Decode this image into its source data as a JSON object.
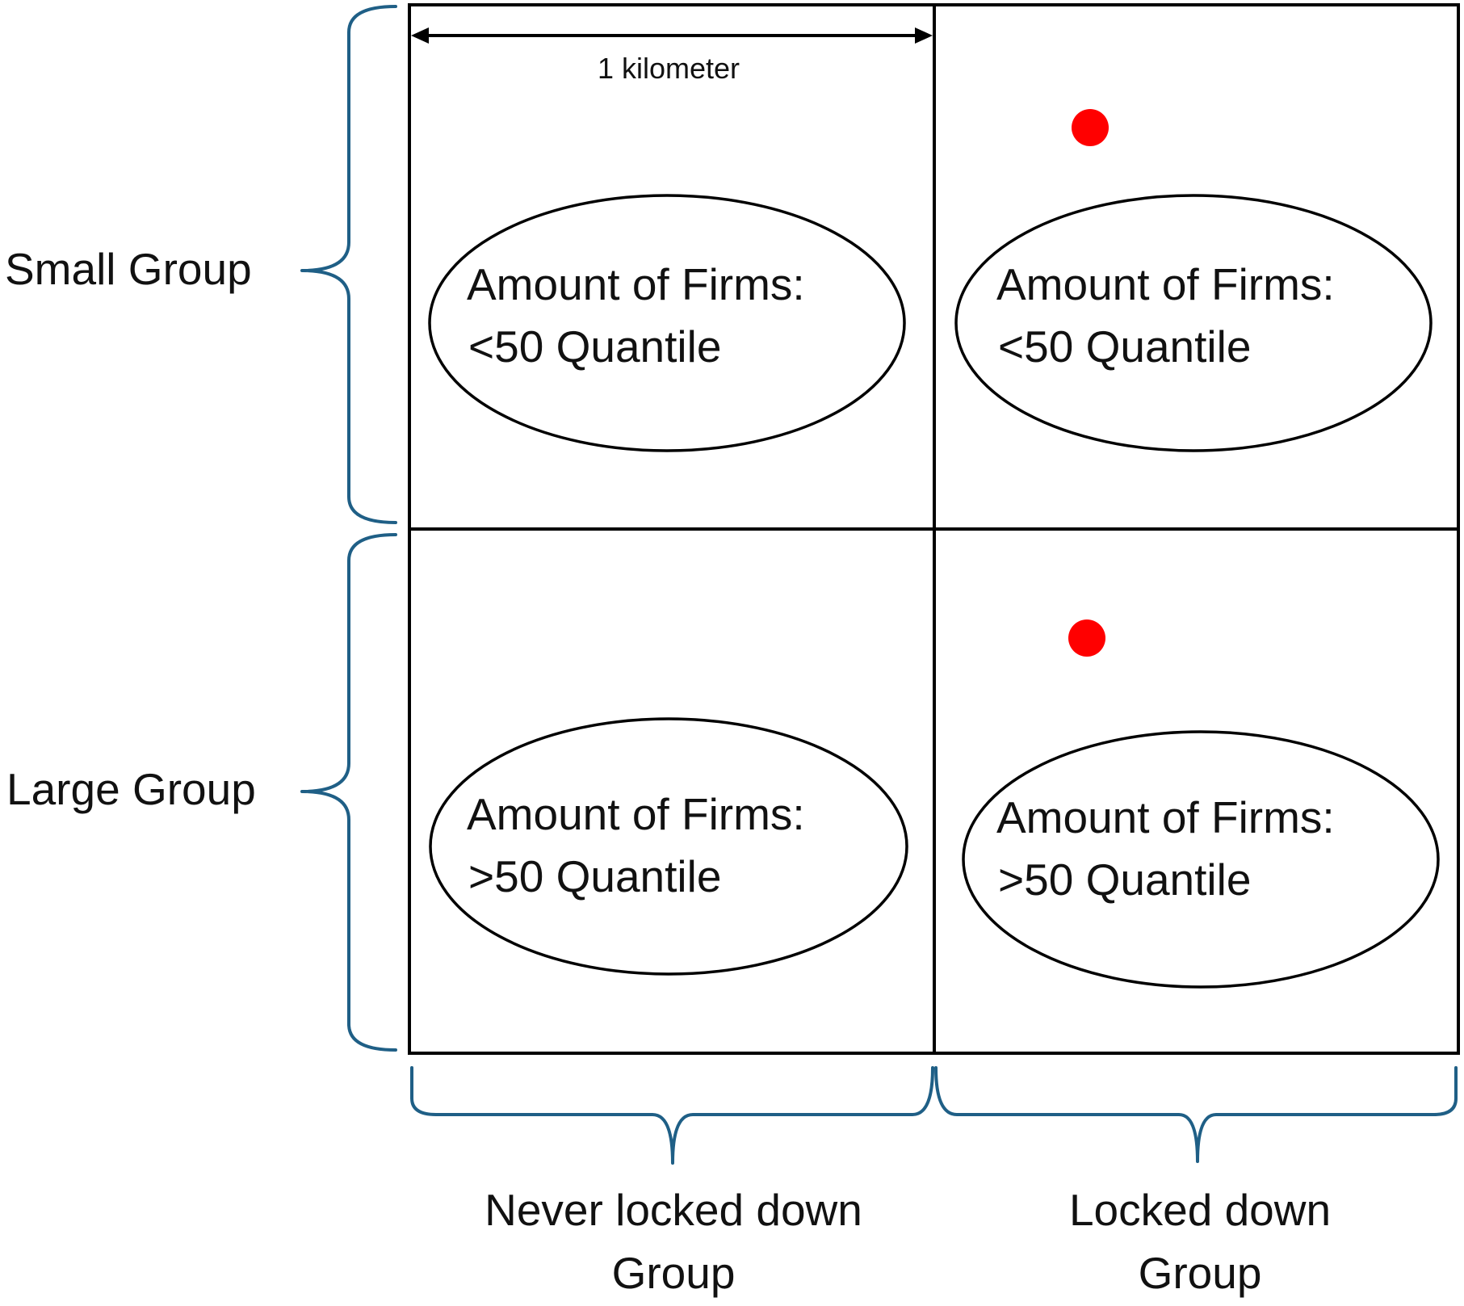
{
  "scale_label": "1 kilometer",
  "row_labels": {
    "top": "Small Group",
    "bottom": "Large Group"
  },
  "column_labels": {
    "left": {
      "line1": "Never locked down",
      "line2": "Group"
    },
    "right": {
      "line1": "Locked down",
      "line2": "Group"
    }
  },
  "cells": {
    "top_left": {
      "line1": "Amount of Firms:",
      "line2": "<50 Quantile"
    },
    "top_right": {
      "line1": "Amount of Firms:",
      "line2": "<50 Quantile"
    },
    "bottom_left": {
      "line1": "Amount of Firms:",
      "line2": ">50 Quantile"
    },
    "bottom_right": {
      "line1": "Amount of Firms:",
      "line2": ">50 Quantile"
    }
  },
  "colors": {
    "marker": "#ff0000",
    "brace": "#1f5f86",
    "line": "#000000"
  }
}
